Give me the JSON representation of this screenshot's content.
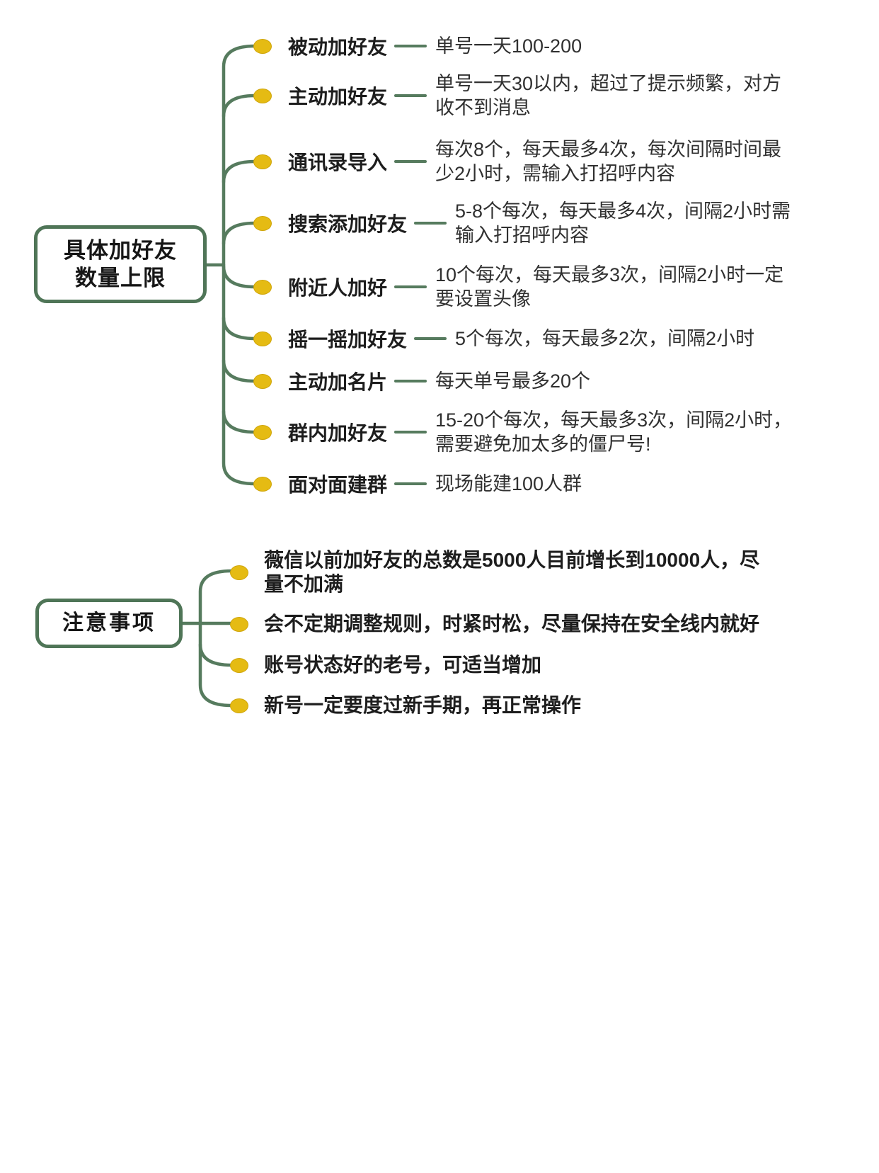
{
  "colors": {
    "background": "#ffffff",
    "connector_green": "#567b5e",
    "node_border_green": "#4f7557",
    "dot_yellow": "#e5bb13",
    "dot_yellow_edge": "#cfa50a",
    "label_text": "#1d1d1d",
    "detail_text": "#303030"
  },
  "mindmap": {
    "root1": {
      "label_line1": "具体加好友",
      "label_line2": "数量上限"
    },
    "root1_branches": [
      {
        "label": "被动加好友",
        "detail": "单号一天100-200"
      },
      {
        "label": "主动加好友",
        "detail": "单号一天30以内，超过了提示频繁，对方收不到消息"
      },
      {
        "label": "通讯录导入",
        "detail": "每次8个，每天最多4次，每次间隔时间最少2小时，需输入打招呼内容"
      },
      {
        "label": "搜索添加好友",
        "detail": "5-8个每次，每天最多4次，间隔2小时需输入打招呼内容"
      },
      {
        "label": "附近人加好",
        "detail": "10个每次，每天最多3次，间隔2小时一定要设置头像"
      },
      {
        "label": "摇一摇加好友",
        "detail": "5个每次，每天最多2次，间隔2小时"
      },
      {
        "label": "主动加名片",
        "detail": "每天单号最多20个"
      },
      {
        "label": "群内加好友",
        "detail": "15-20个每次，每天最多3次，间隔2小时，需要避免加太多的僵尸号!"
      },
      {
        "label": "面对面建群",
        "detail": "现场能建100人群"
      }
    ],
    "root2": {
      "label": "注意事项"
    },
    "root2_notes": [
      {
        "text": "薇信以前加好友的总数是5000人目前增长到10000人，尽量不加满"
      },
      {
        "text": "会不定期调整规则，时紧时松，尽量保持在安全线内就好"
      },
      {
        "text": "账号状态好的老号，可适当增加"
      },
      {
        "text": "新号一定要度过新手期，再正常操作"
      }
    ]
  }
}
